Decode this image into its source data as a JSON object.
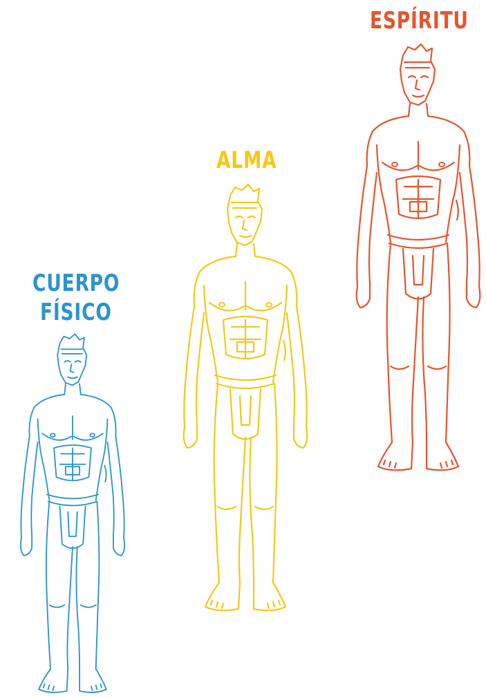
{
  "labels": {
    "espiritu": "ESPÍRITU",
    "alma": "ALMA",
    "cuerpo_line1": "CUERPO",
    "cuerpo_line2": "FÍSICO"
  },
  "colors": {
    "espiritu": "#e8532b",
    "alma": "#f5c816",
    "cuerpo": "#2b93d1"
  }
}
